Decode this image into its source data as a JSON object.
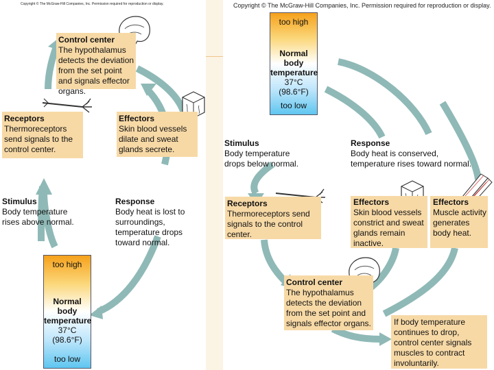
{
  "left": {
    "copyright": "Copyright © The McGraw-Hill Companies, Inc. Permission required for reproduction or display.",
    "control_center": {
      "title": "Control center",
      "text": "The hypothalamus detects the deviation from the set point and signals effector organs."
    },
    "receptors": {
      "title": "Receptors",
      "text": "Thermoreceptors send signals to the control center."
    },
    "effectors": {
      "title": "Effectors",
      "text": "Skin blood vessels dilate and sweat glands secrete."
    },
    "stimulus": {
      "title": "Stimulus",
      "text": "Body temperature rises above normal."
    },
    "response": {
      "title": "Response",
      "text": "Body heat is lost to surroundings, temperature drops toward normal."
    },
    "thermometer": {
      "high": "too high",
      "title": "Normal body temperature",
      "value": "37°C (98.6°F)",
      "low": "too low"
    }
  },
  "right": {
    "copyright": "Copyright © The McGraw-Hill Companies, Inc. Permission required for reproduction or display.",
    "thermometer": {
      "high": "too high",
      "title": "Normal body temperature",
      "value": "37°C (98.6°F)",
      "low": "too low"
    },
    "stimulus": {
      "title": "Stimulus",
      "text": "Body temperature drops below normal."
    },
    "response": {
      "title": "Response",
      "text": "Body heat is conserved, temperature rises toward normal."
    },
    "receptors": {
      "title": "Receptors",
      "text": "Thermoreceptors send signals to the control center."
    },
    "effectors_skin": {
      "title": "Effectors",
      "text": "Skin blood vessels constrict and sweat glands remain inactive."
    },
    "effectors_muscle": {
      "title": "Effectors",
      "text": "Muscle activity generates body heat."
    },
    "control_center": {
      "title": "Control center",
      "text": "The hypothalamus detects the deviation from the set point and signals effector organs."
    },
    "note": "If body temperature continues to drop, control center signals muscles to contract involuntarily."
  },
  "colors": {
    "box_fill": "#f7d9a6",
    "arrow": "#8fb9b6",
    "warm": "#f6a11c",
    "cool": "#5fc6f0",
    "hypothalamus": "#e0553a"
  }
}
